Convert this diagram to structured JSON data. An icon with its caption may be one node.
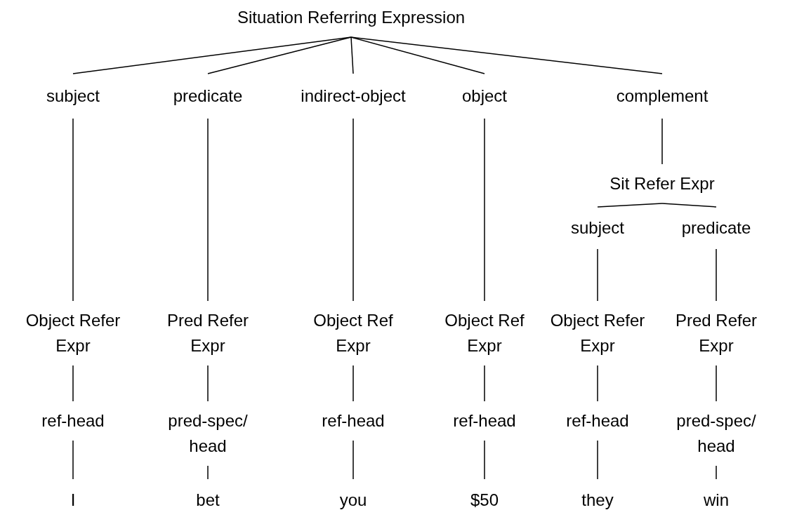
{
  "diagram": {
    "nodes": [
      {
        "text": [
          "Situation Referring Expression"
        ]
      },
      {
        "text": [
          "subject"
        ]
      },
      {
        "text": [
          "predicate"
        ]
      },
      {
        "text": [
          "indirect-object"
        ]
      },
      {
        "text": [
          "object"
        ]
      },
      {
        "text": [
          "complement"
        ]
      },
      {
        "text": [
          "Sit Refer Expr"
        ]
      },
      {
        "text": [
          "subject"
        ]
      },
      {
        "text": [
          "predicate"
        ]
      },
      {
        "text": [
          "Object Refer Expr"
        ]
      },
      {
        "text": [
          "Pred Refer Expr"
        ]
      },
      {
        "text": [
          "Object Ref Expr"
        ]
      },
      {
        "text": [
          "Object Ref Expr"
        ]
      },
      {
        "text": [
          "Object Refer Expr"
        ]
      },
      {
        "text": [
          "Pred Refer Expr"
        ]
      },
      {
        "text": [
          "ref-head"
        ]
      },
      {
        "text": [
          "pred-spec/ head"
        ]
      },
      {
        "text": [
          "ref-head"
        ]
      },
      {
        "text": [
          "ref-head"
        ]
      },
      {
        "text": [
          "ref-head"
        ]
      },
      {
        "text": [
          "pred-spec/ head"
        ]
      },
      {
        "text": [
          "I"
        ]
      },
      {
        "text": [
          "bet"
        ]
      },
      {
        "text": [
          "you"
        ]
      },
      {
        "text": [
          "$50"
        ]
      },
      {
        "text": [
          "they"
        ]
      },
      {
        "text": [
          "win"
        ]
      }
    ],
    "edges": [
      {
        "from": 0,
        "to": 1,
        "arrow": "none"
      },
      {
        "from": 0,
        "to": 2,
        "arrow": "none"
      },
      {
        "from": 0,
        "to": 3,
        "arrow": "none"
      },
      {
        "from": 0,
        "to": 4,
        "arrow": "none"
      },
      {
        "from": 0,
        "to": 5,
        "arrow": "none"
      },
      {
        "from": 5,
        "to": 6,
        "arrow": "none"
      },
      {
        "from": 6,
        "to": 7,
        "arrow": "none"
      },
      {
        "from": 6,
        "to": 8,
        "arrow": "none"
      },
      {
        "from": 1,
        "to": 9,
        "arrow": "none"
      },
      {
        "from": 2,
        "to": 10,
        "arrow": "none"
      },
      {
        "from": 3,
        "to": 11,
        "arrow": "none"
      },
      {
        "from": 4,
        "to": 12,
        "arrow": "none"
      },
      {
        "from": 7,
        "to": 13,
        "arrow": "none"
      },
      {
        "from": 8,
        "to": 14,
        "arrow": "none"
      },
      {
        "from": 9,
        "to": 15,
        "arrow": "none"
      },
      {
        "from": 10,
        "to": 16,
        "arrow": "none"
      },
      {
        "from": 11,
        "to": 17,
        "arrow": "none"
      },
      {
        "from": 12,
        "to": 18,
        "arrow": "none"
      },
      {
        "from": 13,
        "to": 19,
        "arrow": "none"
      },
      {
        "from": 14,
        "to": 20,
        "arrow": "none"
      },
      {
        "from": 15,
        "to": 21,
        "arrow": "none"
      },
      {
        "from": 16,
        "to": 22,
        "arrow": "none"
      },
      {
        "from": 17,
        "to": 23,
        "arrow": "none"
      },
      {
        "from": 18,
        "to": 24,
        "arrow": "none"
      },
      {
        "from": 19,
        "to": 25,
        "arrow": "none"
      },
      {
        "from": 20,
        "to": 26,
        "arrow": "none"
      }
    ]
  }
}
